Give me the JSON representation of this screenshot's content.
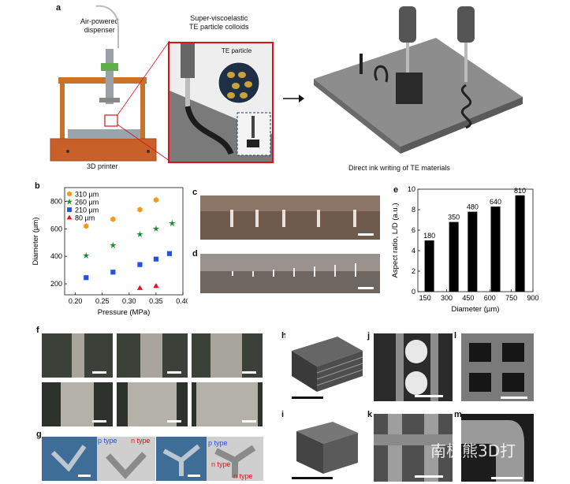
{
  "panels": {
    "a": {
      "letter": "a",
      "dispenser_label_line1": "Air-powered",
      "dispenser_label_line2": "dispenser",
      "colloid_label_line1": "Super-viscoelastic",
      "colloid_label_line2": "TE particle colloids",
      "particle_label": "TE particle",
      "printer_label": "3D printer",
      "diw_label": "Direct ink writing of TE materials"
    },
    "b": {
      "letter": "b"
    },
    "c": {
      "letter": "c"
    },
    "d": {
      "letter": "d"
    },
    "e": {
      "letter": "e"
    },
    "f": {
      "letter": "f"
    },
    "g": {
      "letter": "g",
      "p_type": "p type",
      "n_type": "n type"
    },
    "h": {
      "letter": "h"
    },
    "i": {
      "letter": "i"
    },
    "j": {
      "letter": "j"
    },
    "k": {
      "letter": "k"
    },
    "l": {
      "letter": "l"
    },
    "m": {
      "letter": "m"
    }
  },
  "watermark": "南极熊3D打",
  "colors": {
    "orange": "#F39A1E",
    "green": "#1E8C2E",
    "blue": "#2352E0",
    "red": "#E8111A",
    "frame_red": "#D9131E"
  },
  "chart_data": [
    {
      "type": "scatter",
      "xlabel": "Pressure (MPa)",
      "ylabel": "Diameter (µm)",
      "xlim": [
        0.18,
        0.4
      ],
      "ylim": [
        120,
        900
      ],
      "xticks": [
        "0.20",
        "0.25",
        "0.30",
        "0.35",
        "0.40"
      ],
      "yticks": [
        "200",
        "400",
        "600",
        "800"
      ],
      "legend_position": "top-left",
      "series": [
        {
          "name": "310 µm",
          "marker": "hexagon",
          "color": "#F39A1E",
          "points": [
            [
              0.22,
              620
            ],
            [
              0.27,
              670
            ],
            [
              0.32,
              740
            ],
            [
              0.35,
              810
            ]
          ]
        },
        {
          "name": "260 µm",
          "marker": "star",
          "color": "#1E8C2E",
          "points": [
            [
              0.22,
              405
            ],
            [
              0.27,
              480
            ],
            [
              0.32,
              560
            ],
            [
              0.35,
              600
            ],
            [
              0.38,
              640
            ]
          ]
        },
        {
          "name": "210 µm",
          "marker": "square",
          "color": "#2352E0",
          "points": [
            [
              0.22,
              245
            ],
            [
              0.27,
              285
            ],
            [
              0.32,
              340
            ],
            [
              0.35,
              380
            ],
            [
              0.375,
              420
            ]
          ]
        },
        {
          "name": "80 µm",
          "marker": "triangle",
          "color": "#E8111A",
          "points": [
            [
              0.32,
              170
            ],
            [
              0.35,
              185
            ]
          ]
        }
      ]
    },
    {
      "type": "bar",
      "xlabel": "Diameter (µm)",
      "ylabel": "Aspect ratio, L/D (a.u.)",
      "xlim": [
        100,
        900
      ],
      "ylim": [
        0,
        10
      ],
      "xticks": [
        "150",
        "300",
        "450",
        "600",
        "750",
        "900"
      ],
      "yticks": [
        "0",
        "2",
        "4",
        "6",
        "8",
        "10"
      ],
      "categories": [
        "180",
        "350",
        "480",
        "640",
        "810"
      ],
      "x": [
        180,
        350,
        480,
        640,
        810
      ],
      "values": [
        5.0,
        6.8,
        7.8,
        8.3,
        9.4
      ],
      "data_labels": [
        "180",
        "350",
        "480",
        "640",
        "810"
      ]
    }
  ]
}
